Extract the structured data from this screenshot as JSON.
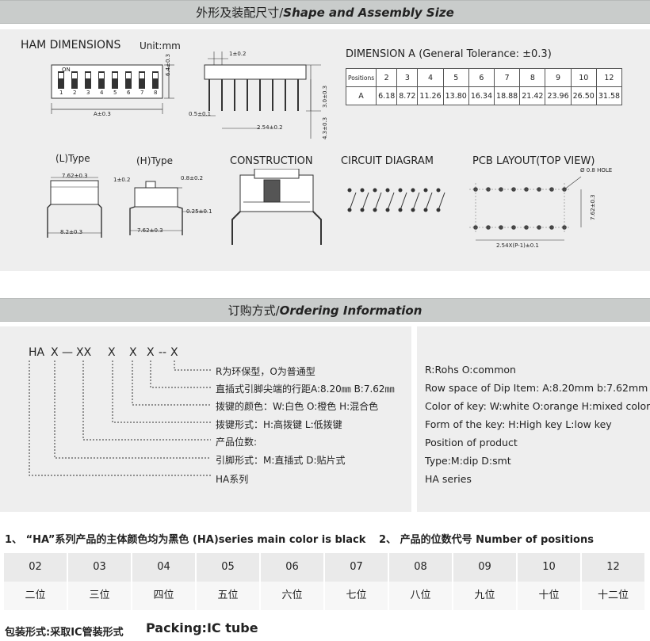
{
  "shape_banner": {
    "cn": "外形及装配尺寸/",
    "en": "Shape and Assembly Size"
  },
  "dims": {
    "ham_title": "HAM  DIMENSIONS",
    "unit": "Unit:mm",
    "on_label": "ON",
    "switch_numbers": [
      "1",
      "2",
      "3",
      "4",
      "5",
      "6",
      "7",
      "8"
    ],
    "a_tol": "A±0.3",
    "h64": "6.4±0.3",
    "t1": "1±0.2",
    "t05": "0.5±0.1",
    "t254": "2.54±0.2",
    "t30": "3.0±0.3",
    "t43": "4.3±0.3"
  },
  "dimension_table": {
    "title": "DIMENSION A (General Tolerance: ±0.3)",
    "header_label": "Positions",
    "positions": [
      "2",
      "3",
      "4",
      "5",
      "6",
      "7",
      "8",
      "9",
      "10",
      "12"
    ],
    "row_label": "A",
    "values": [
      "6.18",
      "8.72",
      "11.26",
      "13.80",
      "16.34",
      "18.88",
      "21.42",
      "23.96",
      "26.50",
      "31.58"
    ]
  },
  "types": {
    "l_title": "(L)Type",
    "l_top": "7.62±0.3",
    "l_bottom": "8.2±0.3",
    "h_title": "(H)Type",
    "h_1": "1±0.2",
    "h_08": "0.8±0.2",
    "h_025": "0.25±0.1",
    "h_762": "7.62±0.3",
    "construction": "CONSTRUCTION",
    "circuit": "CIRCUIT  DIAGRAM",
    "pcb": "PCB LAYOUT(TOP VIEW)",
    "pcb_hole": "Ø 0.8 HOLE",
    "pcb_762": "7.62±0.3",
    "pcb_254": "2.54X(P-1)±0.1"
  },
  "order_banner": {
    "cn": "订购方式/",
    "en": "Ordering Information"
  },
  "order_code": [
    "HA",
    "X",
    "—",
    "XX",
    "X",
    "X",
    "X",
    "--",
    "X"
  ],
  "order_cn": [
    "R为环保型，O为普通型",
    "直插式引脚尖端的行距A:8.20㎜   B:7.62㎜",
    "拨键的颜色：W:白色 O:橙色 H:混合色",
    "拨键形式：H:高拨键 L:低拨键",
    "产品位数:",
    "引脚形式：M:直插式   D:贴片式",
    "HA系列"
  ],
  "order_en": [
    "R:Rohs  O:common",
    "Row space of Dip Item: A:8.20mm  b:7.62mm",
    "Color of key:  W:white O:orange H:mixed color",
    "Form of the key: H:High key  L:low key",
    "Position of product",
    "Type:M:dip  D:smt",
    "HA  series"
  ],
  "note1": "1、 “HA”系列产品的主体颜色均为黑色 (HA)series main color is black",
  "note2": "2、 产品的位数代号 Number of positions",
  "positions_codes": [
    "02",
    "03",
    "04",
    "05",
    "06",
    "07",
    "08",
    "09",
    "10",
    "12"
  ],
  "positions_cn": [
    "二位",
    "三位",
    "四位",
    "五位",
    "六位",
    "七位",
    "八位",
    "九位",
    "十位",
    "十二位"
  ],
  "packing": {
    "cn": "包装形式:采取IC管装形式",
    "en": "Packing:IC tube"
  }
}
